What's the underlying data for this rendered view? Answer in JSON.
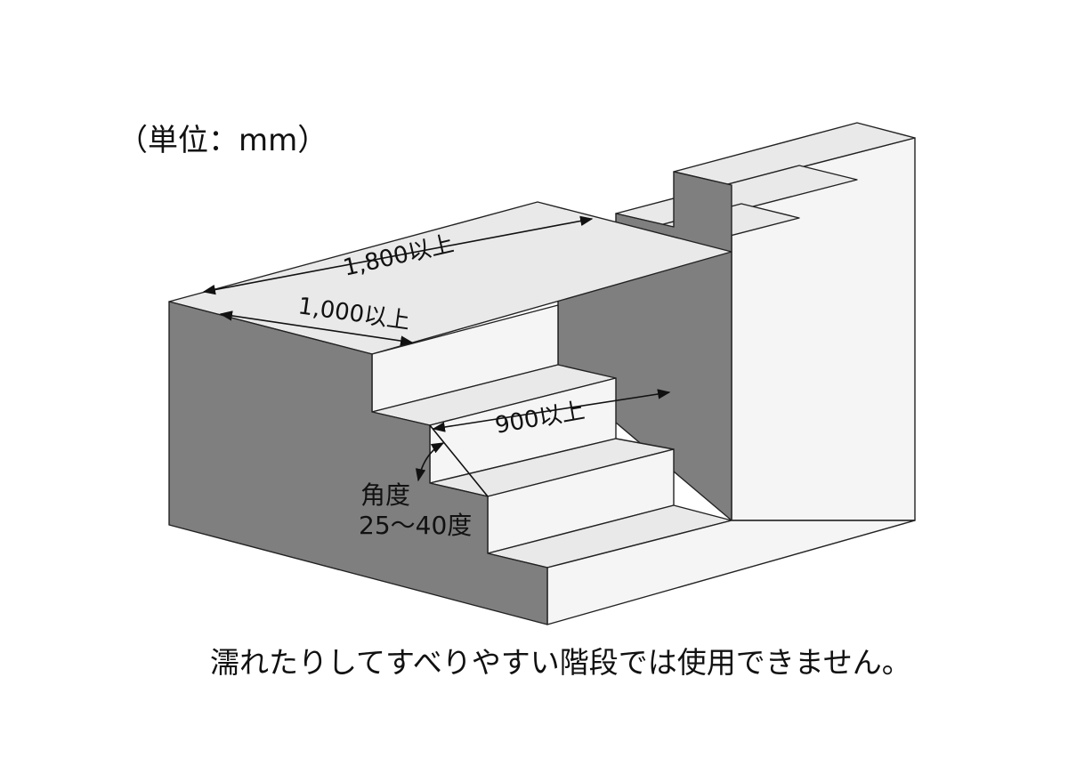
{
  "unit_label": "（単位：mm）",
  "dimensions": {
    "landing_depth": "1,800以上",
    "landing_width": "1,000以上",
    "step_width": "900以上"
  },
  "angle": {
    "title": "角度",
    "range": "25～40度"
  },
  "caption": "濡れたりしてすべりやすい階段では使用できません。",
  "colors": {
    "shadow_face": "#7f7f7f",
    "top_face": "#e9e9e9",
    "front_face": "#f5f5f5",
    "edge": "#222222"
  }
}
